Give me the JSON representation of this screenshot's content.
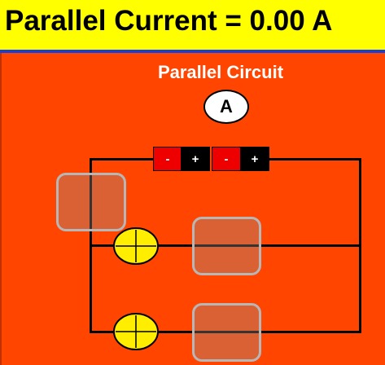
{
  "header": {
    "title": "Parallel Current = 0.00 A"
  },
  "circuit": {
    "title": "Parallel Circuit",
    "ammeter_label": "A",
    "battery_cells": [
      {
        "negative": "-",
        "positive": "+"
      },
      {
        "negative": "-",
        "positive": "+"
      }
    ]
  },
  "colors": {
    "header_background": "#ffff00",
    "stage_background": "#ff4500",
    "header_border": "#1a3fd6",
    "bulb_fill": "#ffee00",
    "slot_border": "#b7b7b7"
  },
  "icons": [
    "ammeter-icon",
    "bulb-icon",
    "battery-cell-icon"
  ]
}
